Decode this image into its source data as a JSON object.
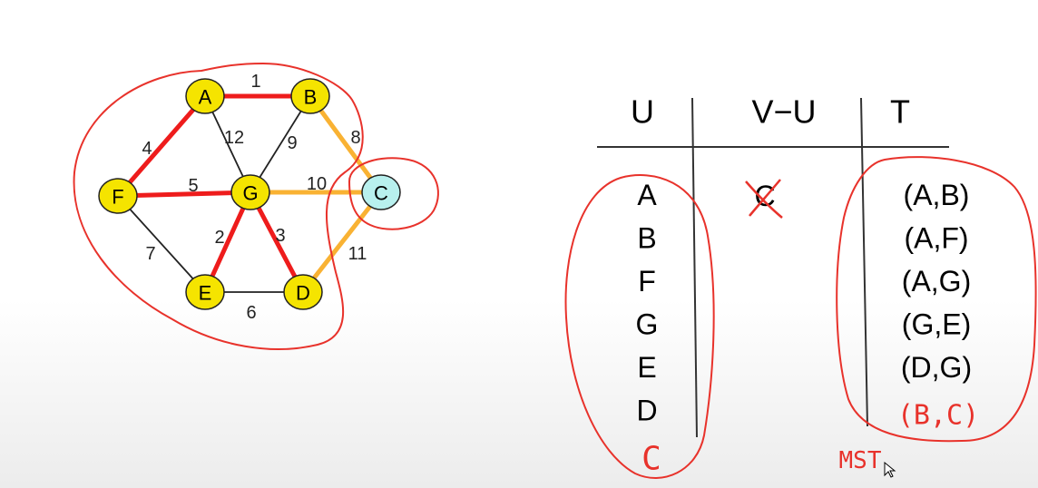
{
  "graph": {
    "nodes": [
      {
        "id": "A",
        "label": "A",
        "in_tree": true
      },
      {
        "id": "B",
        "label": "B",
        "in_tree": true
      },
      {
        "id": "C",
        "label": "C",
        "in_tree": false
      },
      {
        "id": "D",
        "label": "D",
        "in_tree": true
      },
      {
        "id": "E",
        "label": "E",
        "in_tree": true
      },
      {
        "id": "F",
        "label": "F",
        "in_tree": true
      },
      {
        "id": "G",
        "label": "G",
        "in_tree": true
      }
    ],
    "edges": [
      {
        "from": "A",
        "to": "B",
        "weight": "1",
        "status": "mst"
      },
      {
        "from": "A",
        "to": "F",
        "weight": "4",
        "status": "mst"
      },
      {
        "from": "A",
        "to": "G",
        "weight": "12",
        "status": "normal"
      },
      {
        "from": "B",
        "to": "G",
        "weight": "9",
        "status": "normal"
      },
      {
        "from": "B",
        "to": "C",
        "weight": "8",
        "status": "candidate"
      },
      {
        "from": "F",
        "to": "G",
        "weight": "5",
        "status": "mst"
      },
      {
        "from": "G",
        "to": "C",
        "weight": "10",
        "status": "candidate"
      },
      {
        "from": "F",
        "to": "E",
        "weight": "7",
        "status": "normal"
      },
      {
        "from": "G",
        "to": "E",
        "weight": "2",
        "status": "mst"
      },
      {
        "from": "G",
        "to": "D",
        "weight": "3",
        "status": "mst"
      },
      {
        "from": "E",
        "to": "D",
        "weight": "6",
        "status": "normal"
      },
      {
        "from": "D",
        "to": "C",
        "weight": "11",
        "status": "candidate"
      }
    ],
    "colors": {
      "node_tree": "#f5e400",
      "node_other": "#b8f0ee",
      "mst_edge": "#ee1c1c",
      "candidate_edge": "#f9b233",
      "normal_edge": "#222222",
      "annotation": "#e8322b"
    }
  },
  "table": {
    "headers": {
      "u": "U",
      "vu": "V−U",
      "t": "T"
    },
    "u_values": [
      "A",
      "B",
      "F",
      "G",
      "E",
      "D"
    ],
    "u_added_handwritten": "C",
    "vu_values": [
      "C"
    ],
    "t_values": [
      "(A,B)",
      "(A,F)",
      "(A,G)",
      "(G,E)",
      "(D,G)"
    ],
    "t_added_handwritten": "(B,C)",
    "mst_note": "MST"
  }
}
